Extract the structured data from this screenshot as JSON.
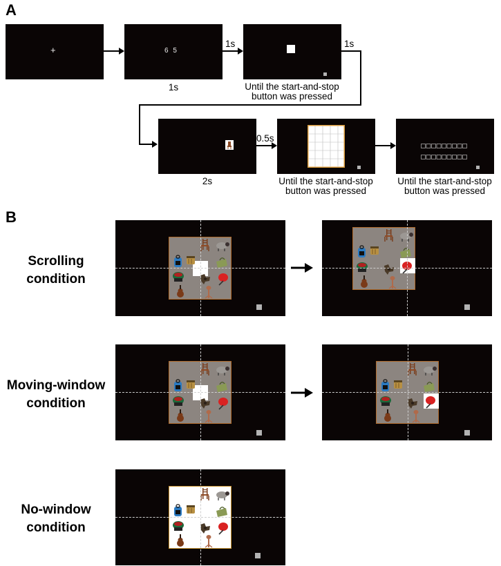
{
  "panel_a": {
    "label": "A",
    "screens": [
      {
        "id": "fixation",
        "symbol": "+",
        "caption": ""
      },
      {
        "id": "digits",
        "digits": "6 5",
        "caption": "1s"
      },
      {
        "id": "search",
        "caption_line1": "Until the start-and-stop",
        "caption_line2": "button was pressed"
      },
      {
        "id": "probe",
        "caption": "2s"
      },
      {
        "id": "grid",
        "caption_line1": "Until the start-and-stop",
        "caption_line2": "button was pressed"
      },
      {
        "id": "numbers",
        "caption_line1": "Until the start-and-stop",
        "caption_line2": "button was pressed"
      }
    ],
    "times": {
      "t1": "1s",
      "t2": "1s",
      "t3": "0.5s"
    }
  },
  "panel_b": {
    "label": "B",
    "conditions": [
      {
        "line1": "Scrolling",
        "line2": "condition"
      },
      {
        "line1": "Moving-window",
        "line2": "condition"
      },
      {
        "line1": "No-window",
        "line2": "condition"
      }
    ]
  },
  "icons": [
    "chair-icon",
    "sheep-icon",
    "backpack-icon",
    "basket-icon",
    "bag-icon",
    "fan-icon",
    "puzzle-icon",
    "red-fan-icon",
    "violin-icon",
    "tripod-icon",
    "crosshair-icon",
    "arrow-icon"
  ],
  "colors": {
    "screen": "#0a0505",
    "grid": "#8c8580",
    "grid_border": "#b06a2a",
    "button": "#b3b3b3"
  }
}
